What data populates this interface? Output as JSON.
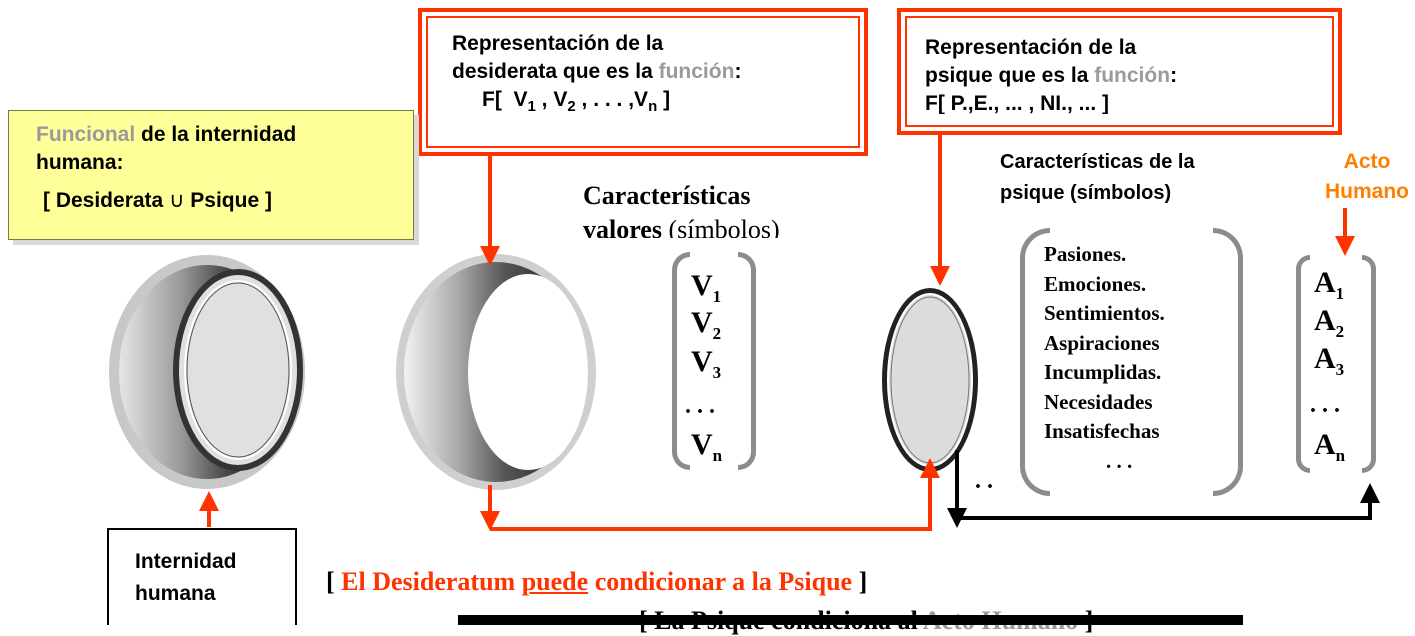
{
  "funcional_box": {
    "line1_gray": "Funcional",
    "line1_rest": " de la internidad",
    "line2": "humana:",
    "line3_a": "[ Desiderata ",
    "union_symbol": "∪",
    "line3_b": " Psique ]"
  },
  "desiderata_box": {
    "line1": "Representación de la",
    "line2_a": "desiderata que es la ",
    "line2_gray": "función",
    "line2_b": ":",
    "formula": [
      "F[  V",
      "1",
      " , V",
      "2",
      " , . . . ,V",
      "n",
      " ]"
    ]
  },
  "psique_box": {
    "line1": "Representación de la",
    "line2_a": "psique que es la ",
    "line2_gray": "función",
    "line2_b": ":",
    "formula": "F[ P.,E., ... , NI., ... ]"
  },
  "valores_heading": {
    "line1": "Características",
    "line2_bold": "valores",
    "line2_rest": " (símbolos)"
  },
  "psique_heading": {
    "line1": "Características de la",
    "line2": "psique (símbolos)"
  },
  "acto_label": {
    "line1": "Acto",
    "line2": "Humano"
  },
  "values_matrix": {
    "base": [
      "V",
      "V",
      "V",
      ". . .",
      "V"
    ],
    "subs": [
      "1",
      "2",
      "3",
      "",
      "n"
    ]
  },
  "psique_list": [
    "Pasiones.",
    "Emociones.",
    "Sentimientos.",
    "Aspiraciones",
    "Incumplidas.",
    "Necesidades",
    "Insatisfechas",
    ". . ."
  ],
  "acts_matrix": {
    "base": [
      "A",
      "A",
      "A",
      ". . .",
      "A"
    ],
    "subs": [
      "1",
      "2",
      "3",
      "",
      "n"
    ]
  },
  "dots_between": ". .",
  "internidad_box": {
    "line1": "Internidad",
    "line2": "humana"
  },
  "caption1": {
    "open": "[ ",
    "text_a": "El Desideratum ",
    "underline": "puede",
    "text_b": " condicionar a la Psique",
    "close": " ]"
  },
  "caption2": {
    "text_a": "[ La Psique condiciona al ",
    "gray": "Acto Humano",
    "close": " ]"
  },
  "colors": {
    "red": "#ff3300",
    "orange": "#ff8000",
    "gray_text": "#9a9a9a",
    "yellow_box": "#ffff99"
  }
}
